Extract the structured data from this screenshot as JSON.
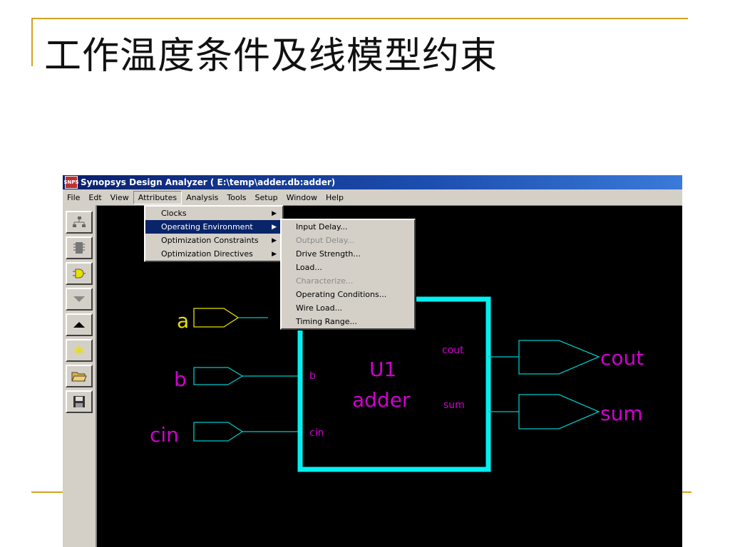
{
  "slide": {
    "title": "工作温度条件及线模型约束"
  },
  "window": {
    "title": "Synopsys Design Analyzer ( E:\\temp\\adder.db:adder)",
    "icon_text": "SNPS"
  },
  "menubar": [
    {
      "label": "File"
    },
    {
      "label": "Edt"
    },
    {
      "label": "View"
    },
    {
      "label": "Attributes"
    },
    {
      "label": "Analysis"
    },
    {
      "label": "Tools"
    },
    {
      "label": "Setup"
    },
    {
      "label": "Window"
    },
    {
      "label": "Help"
    }
  ],
  "attributes_menu": [
    {
      "label": "Clocks"
    },
    {
      "label": "Operating Environment"
    },
    {
      "label": "Optimization Constraints"
    },
    {
      "label": "Optimization Directives"
    }
  ],
  "operating_env_menu": [
    {
      "label": "Input Delay...",
      "enabled": true
    },
    {
      "label": "Output Delay...",
      "enabled": false
    },
    {
      "label": "Drive Strength...",
      "enabled": true
    },
    {
      "label": "Load...",
      "enabled": true
    },
    {
      "label": "Characterize...",
      "enabled": false
    },
    {
      "label": "Operating Conditions...",
      "enabled": true
    },
    {
      "label": "Wire Load...",
      "enabled": true
    },
    {
      "label": "Timing Range...",
      "enabled": true
    }
  ],
  "toolbar": [
    "hierarchy-icon",
    "chip-icon",
    "gate-icon",
    "down-arrow-icon",
    "up-arrow-icon",
    "star-icon",
    "open-folder-icon",
    "save-disk-icon"
  ],
  "schematic": {
    "inputs": [
      "a",
      "b",
      "cin"
    ],
    "outputs": [
      "cout",
      "sum"
    ],
    "cell": {
      "instance": "U1",
      "ref": "adder",
      "pins_in": [
        "b",
        "cin"
      ],
      "pins_out": [
        "cout",
        "sum"
      ]
    },
    "colors": {
      "cell_border": "#00f0f0",
      "wire": "#00c8c8",
      "label": "#d000d0",
      "selected_port": "#e8e000"
    }
  }
}
